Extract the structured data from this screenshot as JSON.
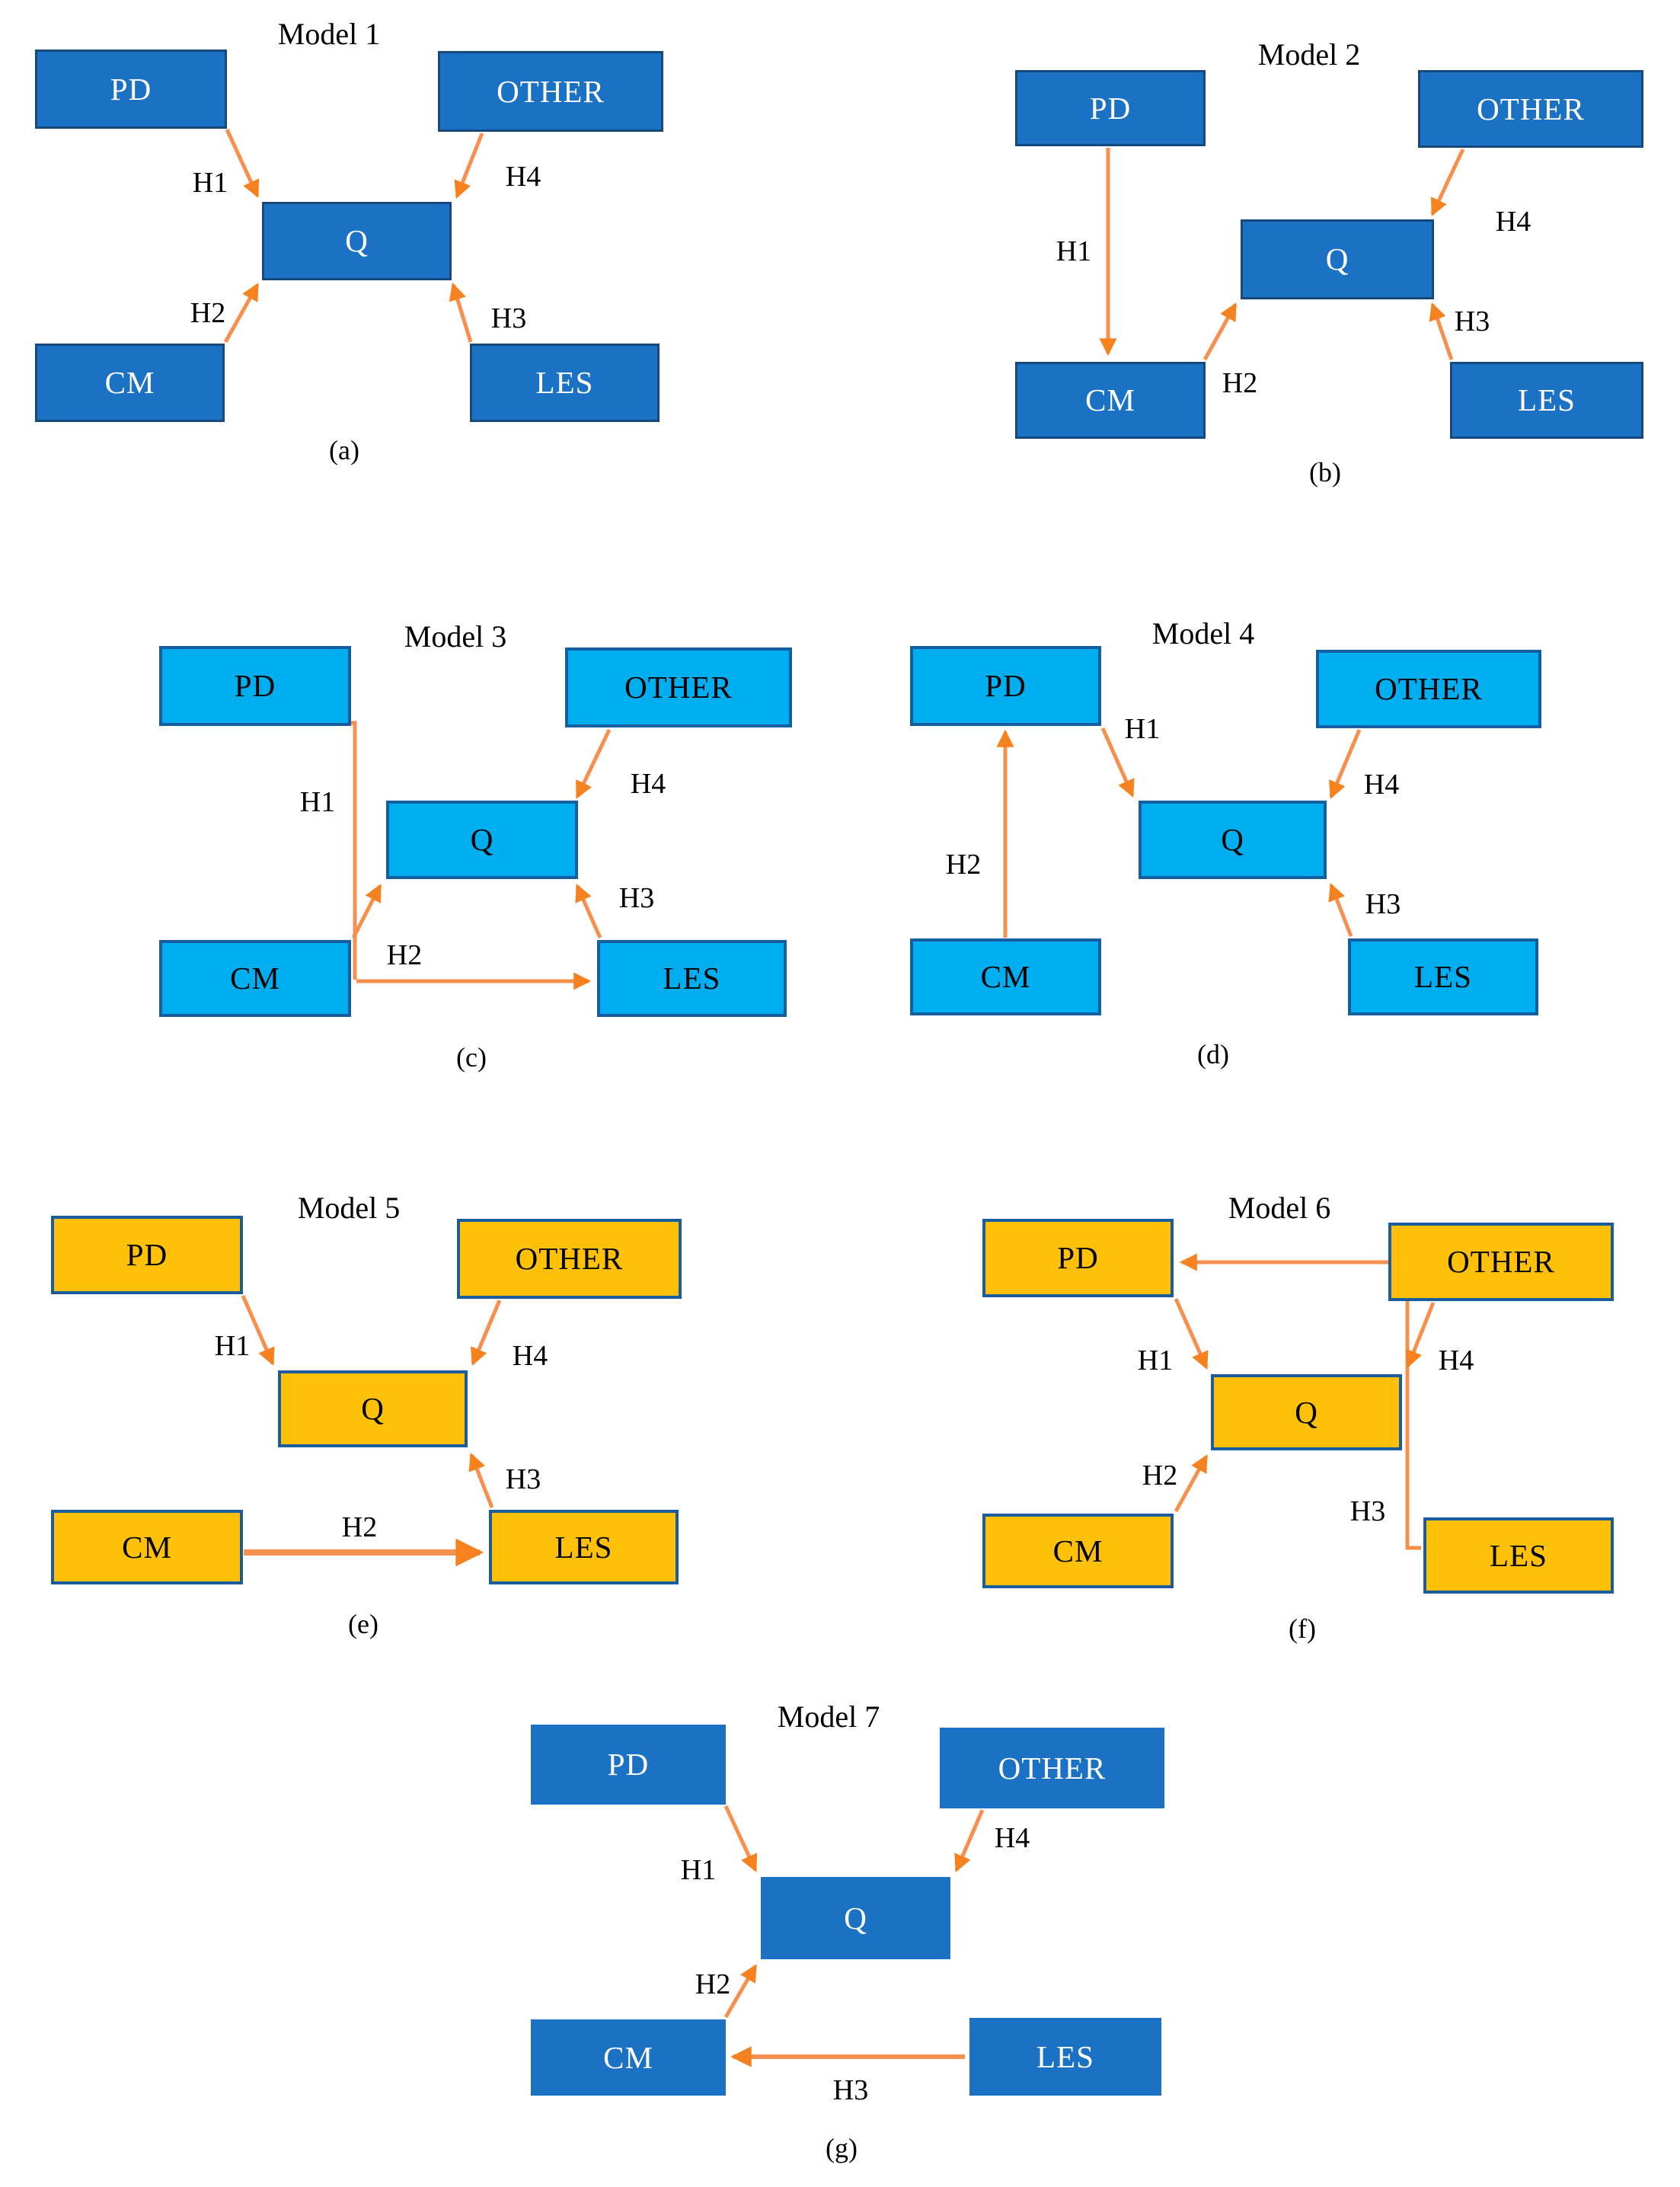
{
  "figure": {
    "description": "Seven hypothesized path models (a)-(g) relating PD, CM, LES, OTHER and Q",
    "panel_letters": [
      "(a)",
      "(b)",
      "(c)",
      "(d)",
      "(e)",
      "(f)",
      "(g)"
    ]
  },
  "colors": {
    "blue_fill": "#1B72C4",
    "blue_border": "#15497E",
    "cyan_fill": "#00AEEF",
    "cyan_border": "#155EA2",
    "amber_fill": "#FFC008",
    "amber_border": "#1A5C9E",
    "arrow_line": "#F78F4E",
    "arrow_head": "#F5821F",
    "text_dark": "#000000",
    "text_light": "#FFFFFF",
    "background": "#FFFFFF"
  },
  "models": [
    {
      "id": "model-1",
      "title": "Model 1",
      "caption": "(a)",
      "scheme": "dark-blue",
      "nodes": [
        {
          "id": "PD",
          "label": "PD"
        },
        {
          "id": "OTHER",
          "label": "OTHER"
        },
        {
          "id": "Q",
          "label": "Q"
        },
        {
          "id": "CM",
          "label": "CM"
        },
        {
          "id": "LES",
          "label": "LES"
        }
      ],
      "hypotheses": [
        {
          "id": "H1",
          "label": "H1",
          "from": "PD",
          "to": "Q"
        },
        {
          "id": "H2",
          "label": "H2",
          "from": "CM",
          "to": "Q"
        },
        {
          "id": "H3",
          "label": "H3",
          "from": "LES",
          "to": "Q"
        },
        {
          "id": "H4",
          "label": "H4",
          "from": "OTHER",
          "to": "Q"
        }
      ]
    },
    {
      "id": "model-2",
      "title": "Model 2",
      "caption": "(b)",
      "scheme": "dark-blue",
      "nodes": [
        {
          "id": "PD",
          "label": "PD"
        },
        {
          "id": "OTHER",
          "label": "OTHER"
        },
        {
          "id": "Q",
          "label": "Q"
        },
        {
          "id": "CM",
          "label": "CM"
        },
        {
          "id": "LES",
          "label": "LES"
        }
      ],
      "hypotheses": [
        {
          "id": "H1",
          "label": "H1",
          "from": "PD",
          "to": "CM"
        },
        {
          "id": "H2",
          "label": "H2",
          "from": "CM",
          "to": "Q"
        },
        {
          "id": "H3",
          "label": "H3",
          "from": "LES",
          "to": "Q"
        },
        {
          "id": "H4",
          "label": "H4",
          "from": "OTHER",
          "to": "Q"
        }
      ]
    },
    {
      "id": "model-3",
      "title": "Model 3",
      "caption": "(c)",
      "scheme": "cyan",
      "nodes": [
        {
          "id": "PD",
          "label": "PD"
        },
        {
          "id": "OTHER",
          "label": "OTHER"
        },
        {
          "id": "Q",
          "label": "Q"
        },
        {
          "id": "CM",
          "label": "CM"
        },
        {
          "id": "LES",
          "label": "LES"
        }
      ],
      "hypotheses": [
        {
          "id": "H1",
          "label": "H1",
          "from": "PD",
          "to": "Q",
          "via": "routed down past CM then into Q bottom-left"
        },
        {
          "id": "H2",
          "label": "H2",
          "from": "CM",
          "to": "LES"
        },
        {
          "id": "H3",
          "label": "H3",
          "from": "LES",
          "to": "Q"
        },
        {
          "id": "H4",
          "label": "H4",
          "from": "OTHER",
          "to": "Q"
        }
      ]
    },
    {
      "id": "model-4",
      "title": "Model 4",
      "caption": "(d)",
      "scheme": "cyan",
      "nodes": [
        {
          "id": "PD",
          "label": "PD"
        },
        {
          "id": "OTHER",
          "label": "OTHER"
        },
        {
          "id": "Q",
          "label": "Q"
        },
        {
          "id": "CM",
          "label": "CM"
        },
        {
          "id": "LES",
          "label": "LES"
        }
      ],
      "hypotheses": [
        {
          "id": "H1",
          "label": "H1",
          "from": "PD",
          "to": "Q"
        },
        {
          "id": "H2",
          "label": "H2",
          "from": "CM",
          "to": "PD"
        },
        {
          "id": "H3",
          "label": "H3",
          "from": "LES",
          "to": "Q"
        },
        {
          "id": "H4",
          "label": "H4",
          "from": "OTHER",
          "to": "Q"
        }
      ]
    },
    {
      "id": "model-5",
      "title": "Model 5",
      "caption": "(e)",
      "scheme": "amber",
      "nodes": [
        {
          "id": "PD",
          "label": "PD"
        },
        {
          "id": "OTHER",
          "label": "OTHER"
        },
        {
          "id": "Q",
          "label": "Q"
        },
        {
          "id": "CM",
          "label": "CM"
        },
        {
          "id": "LES",
          "label": "LES"
        }
      ],
      "hypotheses": [
        {
          "id": "H1",
          "label": "H1",
          "from": "PD",
          "to": "Q"
        },
        {
          "id": "H2",
          "label": "H2",
          "from": "CM",
          "to": "LES"
        },
        {
          "id": "H3",
          "label": "H3",
          "from": "LES",
          "to": "Q"
        },
        {
          "id": "H4",
          "label": "H4",
          "from": "OTHER",
          "to": "Q"
        }
      ]
    },
    {
      "id": "model-6",
      "title": "Model 6",
      "caption": "(f)",
      "scheme": "amber",
      "nodes": [
        {
          "id": "PD",
          "label": "PD"
        },
        {
          "id": "OTHER",
          "label": "OTHER"
        },
        {
          "id": "Q",
          "label": "Q"
        },
        {
          "id": "CM",
          "label": "CM"
        },
        {
          "id": "LES",
          "label": "LES"
        }
      ],
      "hypotheses": [
        {
          "id": "H1",
          "label": "H1",
          "from": "PD",
          "to": "Q"
        },
        {
          "id": "H2",
          "label": "H2",
          "from": "CM",
          "to": "Q"
        },
        {
          "id": "H3",
          "label": "H3",
          "from": "OTHER",
          "to": "LES",
          "via": "vertical line right of Q, elbow into LES"
        },
        {
          "id": "H4",
          "label": "H4",
          "from": "OTHER",
          "to": "Q"
        }
      ],
      "extra_links": [
        {
          "from": "OTHER",
          "to": "PD",
          "label": ""
        }
      ]
    },
    {
      "id": "model-7",
      "title": "Model 7",
      "caption": "(g)",
      "scheme": "dark-blue-borderless",
      "nodes": [
        {
          "id": "PD",
          "label": "PD"
        },
        {
          "id": "OTHER",
          "label": "OTHER"
        },
        {
          "id": "Q",
          "label": "Q"
        },
        {
          "id": "CM",
          "label": "CM"
        },
        {
          "id": "LES",
          "label": "LES"
        }
      ],
      "hypotheses": [
        {
          "id": "H1",
          "label": "H1",
          "from": "PD",
          "to": "Q"
        },
        {
          "id": "H2",
          "label": "H2",
          "from": "CM",
          "to": "Q"
        },
        {
          "id": "H3",
          "label": "H3",
          "from": "LES",
          "to": "CM"
        },
        {
          "id": "H4",
          "label": "H4",
          "from": "OTHER",
          "to": "Q"
        }
      ]
    }
  ]
}
